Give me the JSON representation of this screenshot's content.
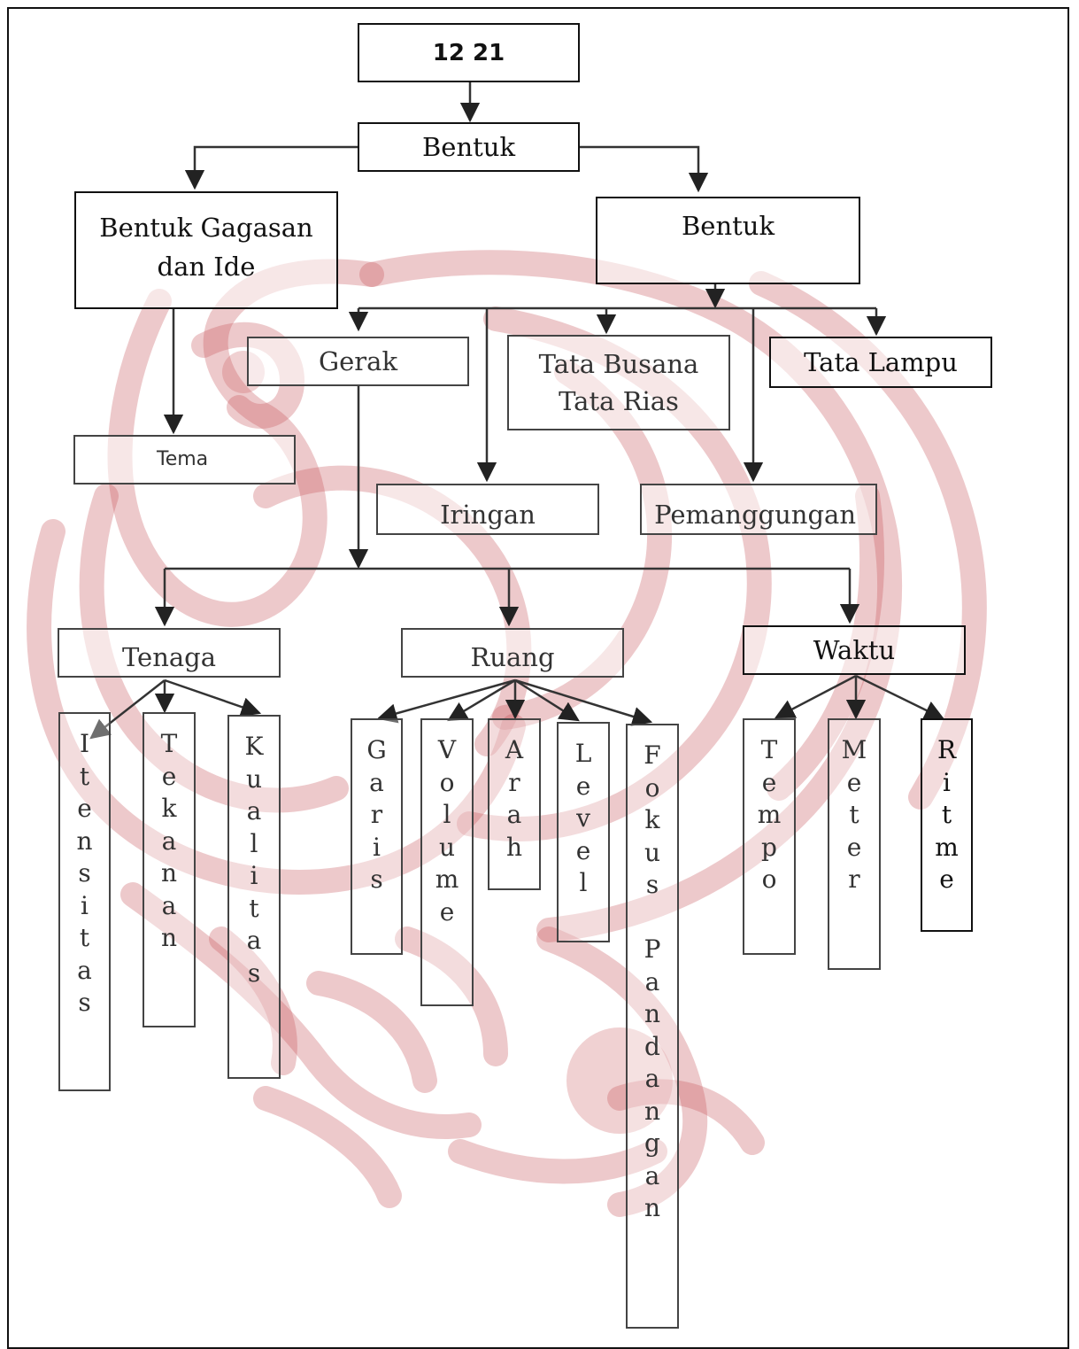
{
  "diagram": {
    "nodes": {
      "root": "12 21",
      "bentuk": "Bentuk",
      "gagasan": [
        "Bentuk Gagasan",
        "dan Ide"
      ],
      "bentuk2": "Bentuk",
      "tema": "Tema",
      "gerak": "Gerak",
      "iringan": "Iringan",
      "busana": [
        "Tata Busana",
        "Tata Rias"
      ],
      "pemanggungan": "Pemanggungan",
      "lampu": "Tata Lampu",
      "tenaga": "Tenaga",
      "ruang": "Ruang",
      "waktu": "Waktu"
    },
    "leaves": {
      "itensitas": "Itensitas",
      "tekanan": "Tekanan",
      "kualitas": "Kualitas",
      "garis": "Garis",
      "volume": "Volume",
      "arah": "Arah",
      "level": "Level",
      "fokus": "Fokus Pandangan",
      "tempo": "Tempo",
      "meter": "Meter",
      "ritme": "Ritme"
    }
  },
  "colors": {
    "watermark": "#c8585c",
    "line": "#333333",
    "border": "#444444"
  }
}
